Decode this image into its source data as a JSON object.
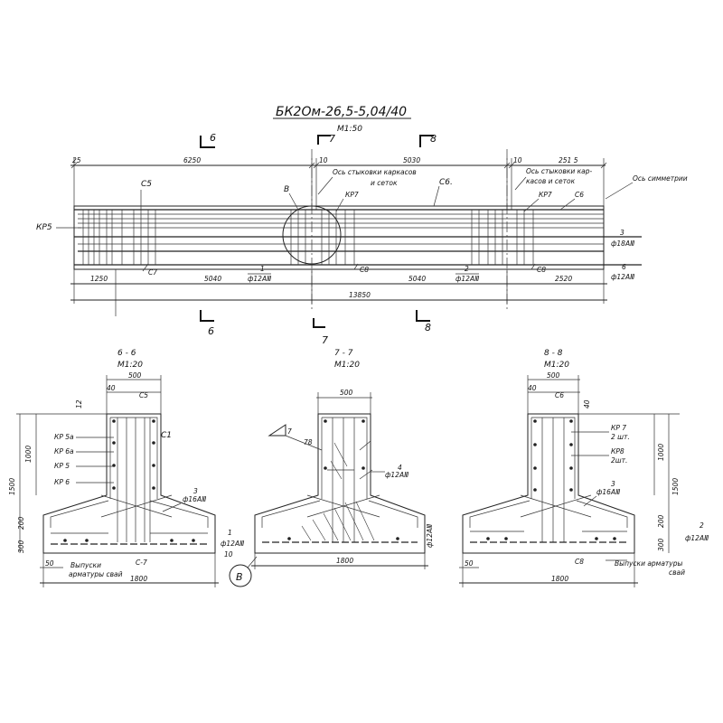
{
  "title": "БК2Ом-26,5-5,04/40",
  "elevation": {
    "scale": "М1:50",
    "section_marks": [
      "6",
      "7",
      "8"
    ],
    "labels": {
      "c5": "С5",
      "c6a": "С6.",
      "c6b": "С6",
      "c7": "С7",
      "c8a": "С8",
      "c8b": "С8",
      "kp5": "КР5",
      "kp7a": "КР7",
      "kp7b": "КР7",
      "detail": "В",
      "axis_joint_1": "Ось стыковки каркасов",
      "axis_joint_1b": "и сеток",
      "axis_joint_2": "Ось стыковки кар-",
      "axis_joint_2b": "касов и сеток",
      "axis_sym": "Ось симметрии",
      "pos1": "1",
      "pos2": "2",
      "pos3": "3",
      "pos6": "6",
      "phi12_a": "ф12АⅢ",
      "phi12_b": "ф12АⅢ",
      "phi18": "ф18АⅢ",
      "phi12_c": "ф12АⅢ"
    },
    "dims": {
      "d25": "25",
      "d6250": "6250",
      "d10a": "10",
      "d5030": "5030",
      "d10b": "10",
      "d2515": "251 5",
      "d1250": "1250",
      "d5040a": "5040",
      "d5040b": "5040",
      "d2520": "2520",
      "d13850": "13850"
    }
  },
  "sections": [
    {
      "title": "6 - 6",
      "scale": "М1:20",
      "labels": [
        "КР 5а",
        "КР 6а",
        "КР 5",
        "КР 6"
      ],
      "c5": "С5",
      "c1": "С1",
      "c7": "С-7",
      "dims": {
        "w500": "500",
        "w40": "40",
        "h12": "12",
        "h1500": "1500",
        "h1000": "1000",
        "h200": "200",
        "h300": "300",
        "w1800": "1800",
        "w50": "50",
        "s10": "10"
      },
      "bar3": "3",
      "phi16": "ф16АⅢ",
      "bar1": "1",
      "phi12": "ф12АⅢ",
      "outlet_1": "Выпуски",
      "outlet_2": "арматуры свай"
    },
    {
      "title": "7 - 7",
      "scale": "М1:20",
      "dims": {
        "w500": "500",
        "w1800": "1800"
      },
      "tag7": "7",
      "tag78": "78",
      "bar4": "4",
      "phi12a": "ф12АⅢ",
      "phi12b": "ф12АⅢ",
      "detail": "В"
    },
    {
      "title": "8 - 8",
      "scale": "М1:20",
      "c6": "С6",
      "kp7": "КР 7",
      "kp7n": "2 шт.",
      "kp8": "КР8",
      "kp8n": "2шт.",
      "dims": {
        "w500": "500",
        "w40": "40",
        "h40": "40",
        "h1000": "1000",
        "h1500": "1500",
        "h200": "200",
        "h300": "300",
        "w1800": "1800",
        "w50": "50"
      },
      "bar3": "3",
      "phi16": "ф16АⅢ",
      "bar2": "2",
      "phi12": "ф12АⅢ",
      "c8": "С8",
      "outlet_1": "Выпуски арматуры",
      "outlet_2": "свай"
    }
  ]
}
